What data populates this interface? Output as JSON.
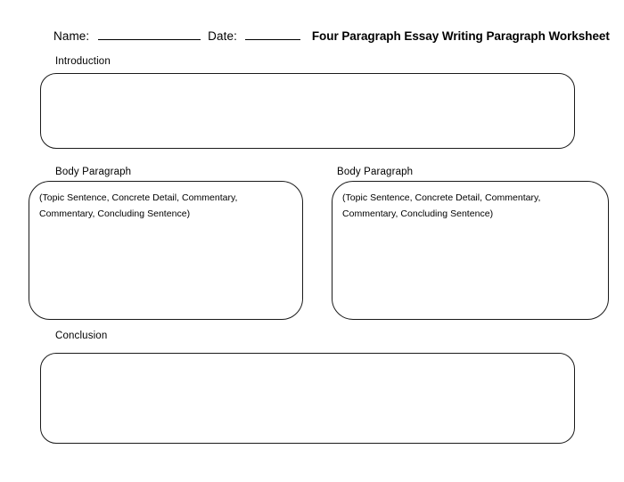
{
  "header": {
    "name_label": "Name:",
    "date_label": "Date:",
    "title": "Four Paragraph Essay Writing Paragraph Worksheet",
    "name_value": "",
    "date_value": ""
  },
  "sections": {
    "introduction": {
      "label": "Introduction",
      "value": ""
    },
    "body_left": {
      "label": "Body Paragraph",
      "hint": "(Topic Sentence, Concrete Detail, Commentary, Commentary, Concluding Sentence)",
      "value": ""
    },
    "body_right": {
      "label": "Body Paragraph",
      "hint": "(Topic Sentence, Concrete Detail, Commentary, Commentary, Concluding Sentence)",
      "value": ""
    },
    "conclusion": {
      "label": "Conclusion",
      "value": ""
    }
  },
  "colors": {
    "page_background": "#ffffff",
    "text": "#000000",
    "box_border": "#1a1a1a"
  }
}
